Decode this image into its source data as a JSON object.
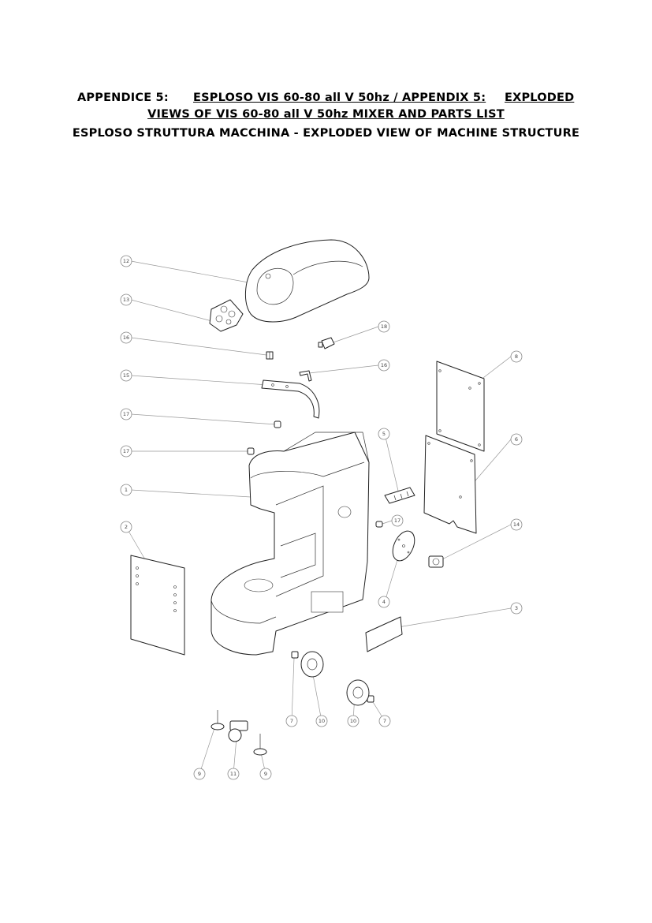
{
  "header": {
    "line1_a": "APPENDICE 5:",
    "line1_b": "ESPLOSO  VIS 60-80 all V 50hz /  APPENDIX 5:",
    "line1_c": "EXPLODED",
    "line2": "VIEWS OF  VIS 60-80 all V 50hz  MIXER AND PARTS LIST",
    "line3": "ESPLOSO STRUTTURA MACCHINA - EXPLODED VIEW OF MACHINE STRUCTURE"
  },
  "callouts": {
    "c12": "12",
    "c13": "13",
    "c16a": "16",
    "c18": "18",
    "c16b": "16",
    "c15": "15",
    "c17a": "17",
    "c17b": "17",
    "c1": "1",
    "c8": "8",
    "c5": "5",
    "c6": "6",
    "c17c": "17",
    "c14": "14",
    "c2": "2",
    "c4": "4",
    "c3": "3",
    "c7a": "7",
    "c10a": "10",
    "c10b": "10",
    "c7b": "7",
    "c9a": "9",
    "c11": "11",
    "c9b": "9"
  }
}
